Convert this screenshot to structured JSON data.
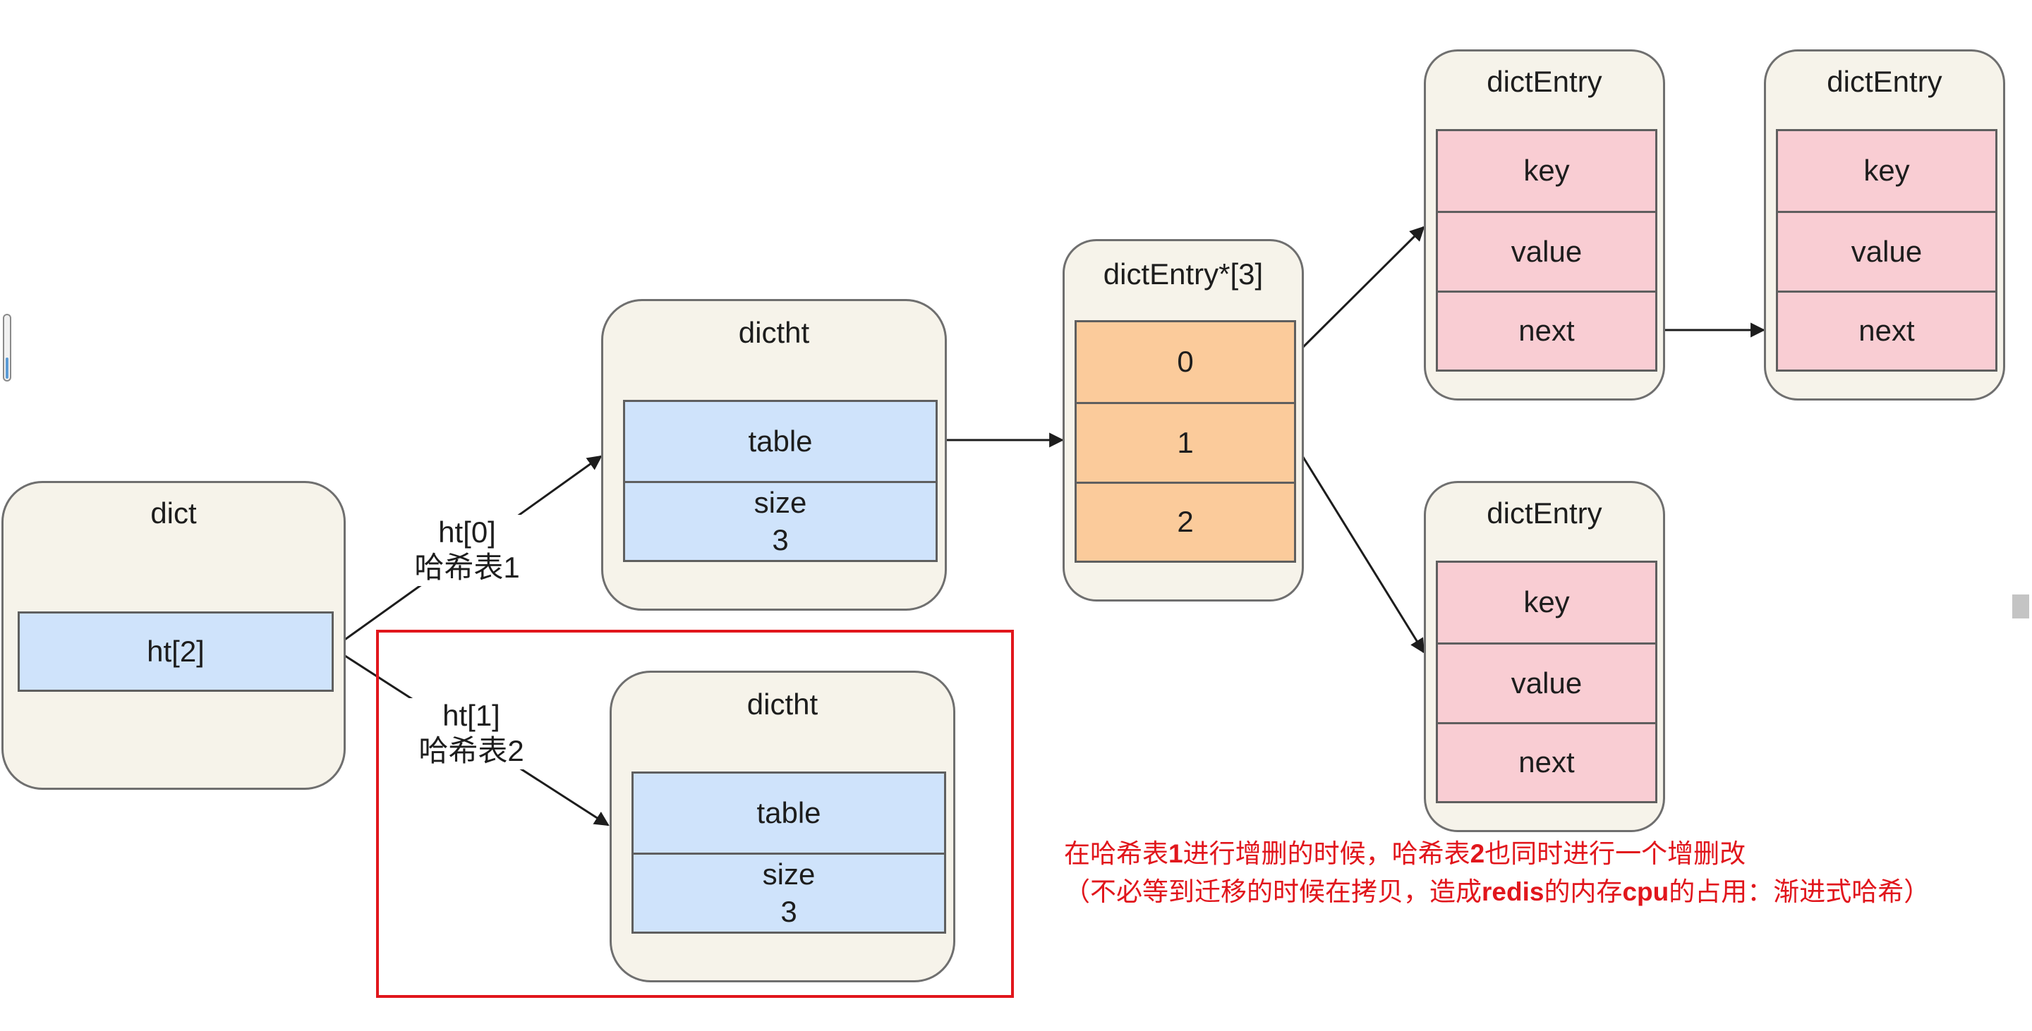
{
  "dict": {
    "title": "dict",
    "field": "ht[2]"
  },
  "edges": {
    "ht0_line1": "ht[0]",
    "ht0_line2": "哈希表1",
    "ht1_line1": "ht[1]",
    "ht1_line2": "哈希表2"
  },
  "dictht_1": {
    "title": "dictht",
    "table": "table",
    "size_label": "size",
    "size_value": "3"
  },
  "dictht_2": {
    "title": "dictht",
    "table": "table",
    "size_label": "size",
    "size_value": "3"
  },
  "bucket_array": {
    "title": "dictEntry*[3]",
    "slots": [
      "0",
      "1",
      "2"
    ]
  },
  "entry_a": {
    "title": "dictEntry",
    "fields": [
      "key",
      "value",
      "next"
    ]
  },
  "entry_b": {
    "title": "dictEntry",
    "fields": [
      "key",
      "value",
      "next"
    ]
  },
  "entry_c": {
    "title": "dictEntry",
    "fields": [
      "key",
      "value",
      "next"
    ]
  },
  "note": {
    "l1_a": "在哈希表",
    "l1_b": "1",
    "l1_c": "进行增删的时候，哈希表",
    "l1_d": "2",
    "l1_e": "也同时进行一个增删改",
    "l2_a": "（不必等到迁移的时候在拷贝，造成",
    "l2_b": "redis",
    "l2_c": "的内存",
    "l2_d": "cpu",
    "l2_e": "的占用：渐进式哈希）"
  },
  "colors": {
    "node_fill": "#f6f3ea",
    "blue_cell": "#cfe3fb",
    "orange_cell": "#fbcb9b",
    "pink_cell": "#f9cdd3",
    "highlight": "#e1161c"
  }
}
